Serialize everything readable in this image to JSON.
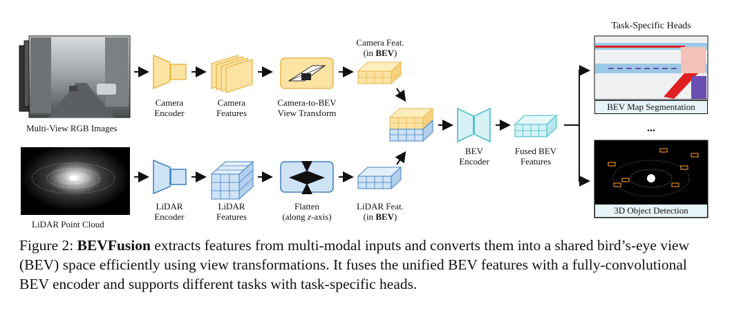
{
  "inputs": {
    "rgb_label": "Multi-View RGB Images",
    "lidar_label": "LiDAR Point Cloud"
  },
  "camera_branch": {
    "encoder": [
      "Camera",
      "Encoder"
    ],
    "features": [
      "Camera",
      "Features"
    ],
    "transform": [
      "Camera-to-BEV",
      "View Transform"
    ],
    "bev_feat_line1": "Camera Feat.",
    "bev_feat_line2_prefix": "(in ",
    "bev_feat_line2_bold": "BEV",
    "bev_feat_line2_suffix": ")"
  },
  "lidar_branch": {
    "encoder": [
      "LiDAR",
      "Encoder"
    ],
    "features": [
      "LiDAR",
      "Features"
    ],
    "flatten_line1": "Flatten",
    "flatten_line2_prefix": "(along ",
    "flatten_line2_italic": "z",
    "flatten_line2_suffix": "-axis)",
    "bev_feat_line1": "LiDAR Feat.",
    "bev_feat_line2_prefix": "(in ",
    "bev_feat_line2_bold": "BEV",
    "bev_feat_line2_suffix": ")"
  },
  "fusion": {
    "bev_encoder": [
      "BEV",
      "Encoder"
    ],
    "fused": [
      "Fused BEV",
      "Features"
    ]
  },
  "heads": {
    "title": "Task-Specific Heads",
    "map_seg": "BEV Map Segmentation",
    "ellipsis": "...",
    "det3d": "3D Object Detection"
  },
  "caption": {
    "prefix": "Figure 2: ",
    "bold": "BEVFusion",
    "rest": " extracts features from multi-modal inputs and converts them into a shared bird’s-eye view (BEV) space efficiently using view transformations. It fuses the unified BEV features with a fully-convolutional BEV encoder and supports different tasks with task-specific heads."
  },
  "colors": {
    "camera": "#fce3a3",
    "camera_stroke": "#e8b64a",
    "lidar": "#cfe3f6",
    "lidar_stroke": "#3c7fc0",
    "fused": "#d6f2f6",
    "fused_stroke": "#3fb8c8",
    "head_label_bg": "#e6f4f8"
  }
}
